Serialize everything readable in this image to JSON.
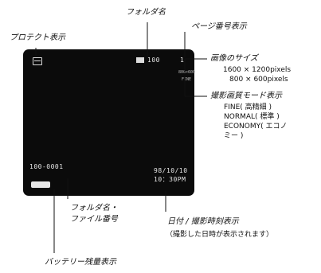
{
  "screen": {
    "frame_no": "100",
    "image_count": "1",
    "size_code": "800×600",
    "quality_code": "FINE",
    "folder_file": "100-0001",
    "date": "98/10/10",
    "time": "10：30PM"
  },
  "labels": {
    "folder_name": "フォルダ名",
    "page_number": "ページ番号表示",
    "protect": "プロテクト表示",
    "image_size": "画像のサイズ",
    "image_size_options": [
      "1600 × 1200pixels",
      "800 ×  600pixels"
    ],
    "quality_mode": "撮影画質モード表示",
    "quality_options": [
      "FINE( 高精細 )",
      "NORMAL( 標準 )",
      "ECONOMY( エコノ",
      "ミー )"
    ],
    "folder_file": [
      "フォルダ名・",
      "ファイル番号"
    ],
    "datetime": "日付 / 撮影時刻表示",
    "datetime_note": "（撮影した日時が表示されます）",
    "battery": "バッテリー残量表示"
  }
}
